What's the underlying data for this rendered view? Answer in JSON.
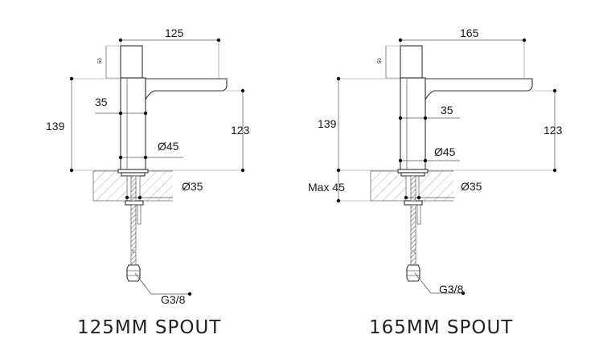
{
  "left": {
    "dim_width": "125",
    "dim_small": "50",
    "dim_offset": "35",
    "dim_total_height": "139",
    "dim_spout_height": "123",
    "dim_body_dia": "Ø45",
    "dim_hole_dia": "Ø35",
    "thread": "G3/8",
    "caption": "125MM SPOUT"
  },
  "right": {
    "dim_width": "165",
    "dim_small": "50",
    "dim_offset": "35",
    "dim_total_height": "139",
    "dim_spout_height": "123",
    "dim_body_dia": "Ø45",
    "dim_hole_dia": "Ø35",
    "dim_max": "Max 45",
    "thread": "G3/8",
    "caption": "165MM SPOUT"
  }
}
